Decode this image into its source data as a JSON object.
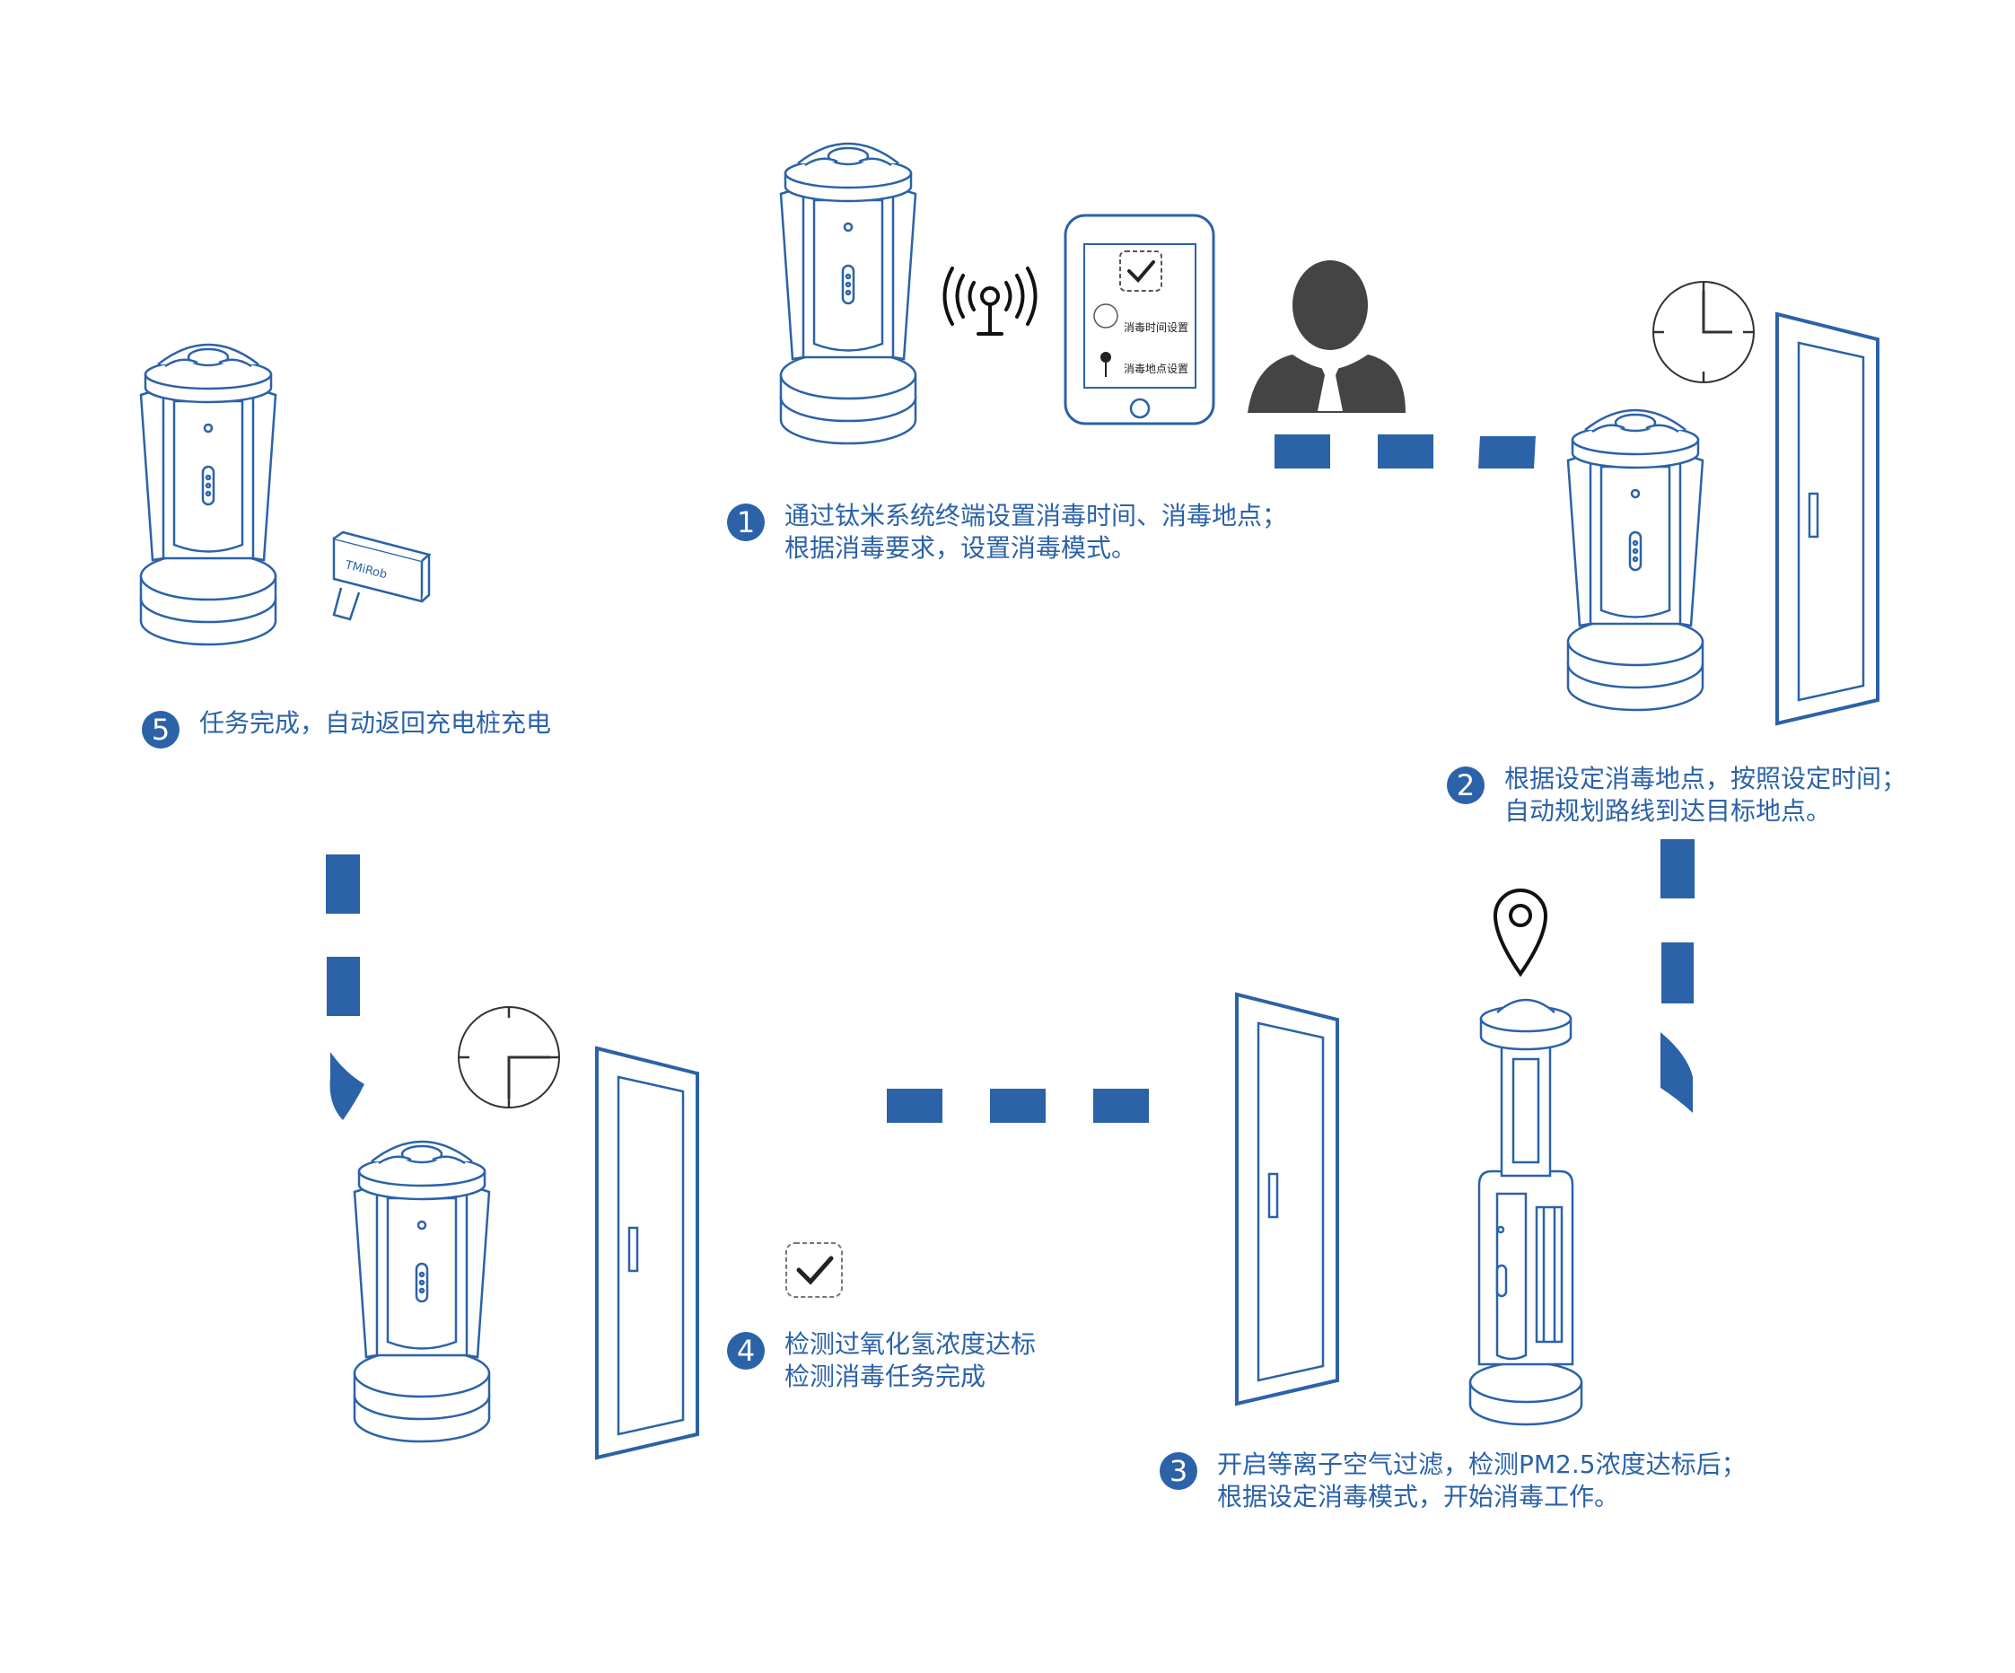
{
  "colors": {
    "accent": "#2b62a8",
    "outline": "#2b62a8",
    "icon_dark": "#4a4a4a"
  },
  "steps": [
    {
      "num": "1",
      "lines": [
        "通过钛米系统终端设置消毒时间、消毒地点；",
        "根据消毒要求，设置消毒模式。"
      ]
    },
    {
      "num": "2",
      "lines": [
        "根据设定消毒地点，按照设定时间；",
        "自动规划路线到达目标地点。"
      ]
    },
    {
      "num": "3",
      "lines": [
        "开启等离子空气过滤，检测PM2.5浓度达标后；",
        "根据设定消毒模式，开始消毒工作。"
      ]
    },
    {
      "num": "4",
      "lines": [
        "检测过氧化氢浓度达标",
        "检测消毒任务完成"
      ]
    },
    {
      "num": "5",
      "lines": [
        "任务完成，自动返回充电桩充电"
      ]
    }
  ],
  "phone": {
    "time_setting": "消毒时间设置",
    "place_setting": "消毒地点设置"
  },
  "robot_brand": "TMiRob",
  "icons": [
    "antenna-icon",
    "phone-icon",
    "person-icon",
    "clock-icon",
    "door-icon",
    "location-pin-icon",
    "check-icon"
  ]
}
